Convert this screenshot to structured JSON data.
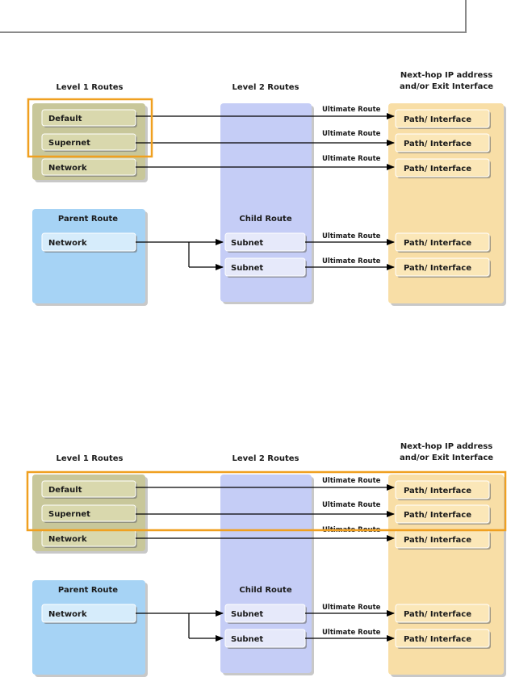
{
  "colors": {
    "level1_panel": "#c8c79a",
    "level1_box": "#d9d8ad",
    "parent_panel": "#a6d3f5",
    "parent_box": "#d6ecfb",
    "level2_panel": "#c5cdf6",
    "level2_box": "#e6e9fa",
    "nexthop_panel": "#f8dea6",
    "nexthop_box": "#fbe7b8",
    "highlight": "#f0a020",
    "line": "#000000"
  },
  "diagrams": [
    {
      "headers": {
        "level1": "Level 1 Routes",
        "level2": "Level 2 Routes",
        "nexthop_line1": "Next-hop IP address",
        "nexthop_line2": "and/or Exit Interface"
      },
      "level1_routes": [
        "Default",
        "Supernet",
        "Network"
      ],
      "parent_route": {
        "title": "Parent Route",
        "item": "Network"
      },
      "child_route": {
        "title": "Child Route",
        "items": [
          "Subnet",
          "Subnet"
        ]
      },
      "ultimate_route_label": "Ultimate Route",
      "path_interface_label": "Path/ Interface",
      "highlight": "Default and Supernet level 1 routes"
    },
    {
      "headers": {
        "level1": "Level 1 Routes",
        "level2": "Level 2 Routes",
        "nexthop_line1": "Next-hop IP address",
        "nexthop_line2": "and/or Exit Interface"
      },
      "level1_routes": [
        "Default",
        "Supernet",
        "Network"
      ],
      "parent_route": {
        "title": "Parent Route",
        "item": "Network"
      },
      "child_route": {
        "title": "Child Route",
        "items": [
          "Subnet",
          "Subnet"
        ]
      },
      "ultimate_route_label": "Ultimate Route",
      "path_interface_label": "Path/ Interface",
      "highlight": "Default and Supernet rows across to Path/ Interface"
    }
  ]
}
